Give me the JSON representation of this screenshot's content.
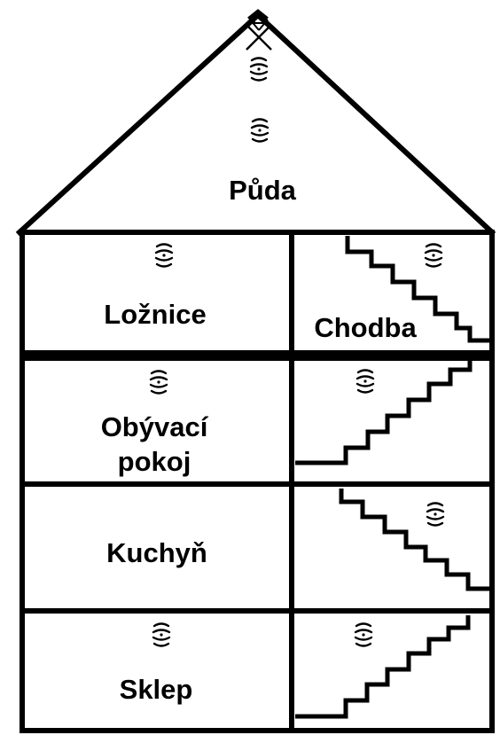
{
  "rooms": {
    "attic": "Půda",
    "bedroom": "Ložnice",
    "hallway": "Chodba",
    "living_room_line1": "Obývací",
    "living_room_line2": "pokoj",
    "kitchen": "Kuchyň",
    "cellar": "Sklep"
  },
  "icons": {
    "sensor": "radio-waves-icon",
    "antenna": "antenna-icon"
  },
  "colors": {
    "ink": "#000000",
    "background": "#ffffff"
  }
}
